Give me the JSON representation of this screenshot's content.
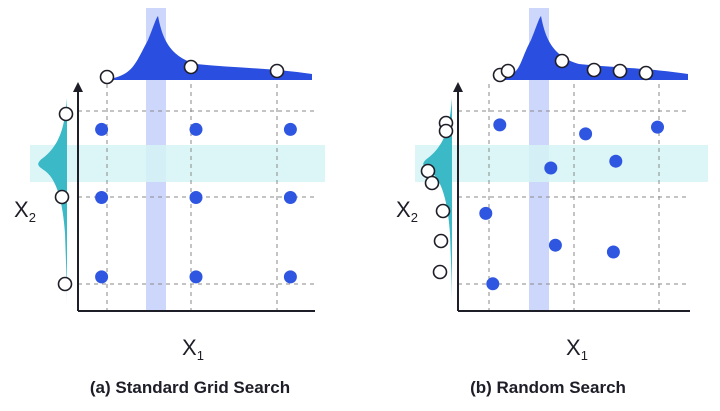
{
  "colors": {
    "point": "#2f56e0",
    "marginal_x": "#2a4fe0",
    "marginal_y": "#3bb9c7",
    "band_x": "#cdd6fb",
    "band_y": "#d6f3f6",
    "grid": "#8a8a8a",
    "axis": "#1e1e28"
  },
  "panels": [
    {
      "id": "grid",
      "caption": "(a) Standard Grid Search",
      "x_label": "X",
      "x_sub": "1",
      "y_label": "X",
      "y_sub": "2",
      "points": [
        [
          0.1,
          0.8
        ],
        [
          0.5,
          0.8
        ],
        [
          0.9,
          0.8
        ],
        [
          0.1,
          0.5
        ],
        [
          0.5,
          0.5
        ],
        [
          0.9,
          0.5
        ],
        [
          0.1,
          0.15
        ],
        [
          0.5,
          0.15
        ],
        [
          0.9,
          0.15
        ]
      ]
    },
    {
      "id": "random",
      "caption": "(b) Random Search",
      "x_label": "X",
      "x_sub": "1",
      "y_label": "X",
      "y_sub": "2",
      "points": [
        [
          0.18,
          0.82
        ],
        [
          0.55,
          0.78
        ],
        [
          0.86,
          0.81
        ],
        [
          0.4,
          0.63
        ],
        [
          0.68,
          0.66
        ],
        [
          0.12,
          0.43
        ],
        [
          0.42,
          0.29
        ],
        [
          0.67,
          0.26
        ],
        [
          0.15,
          0.12
        ]
      ]
    }
  ]
}
